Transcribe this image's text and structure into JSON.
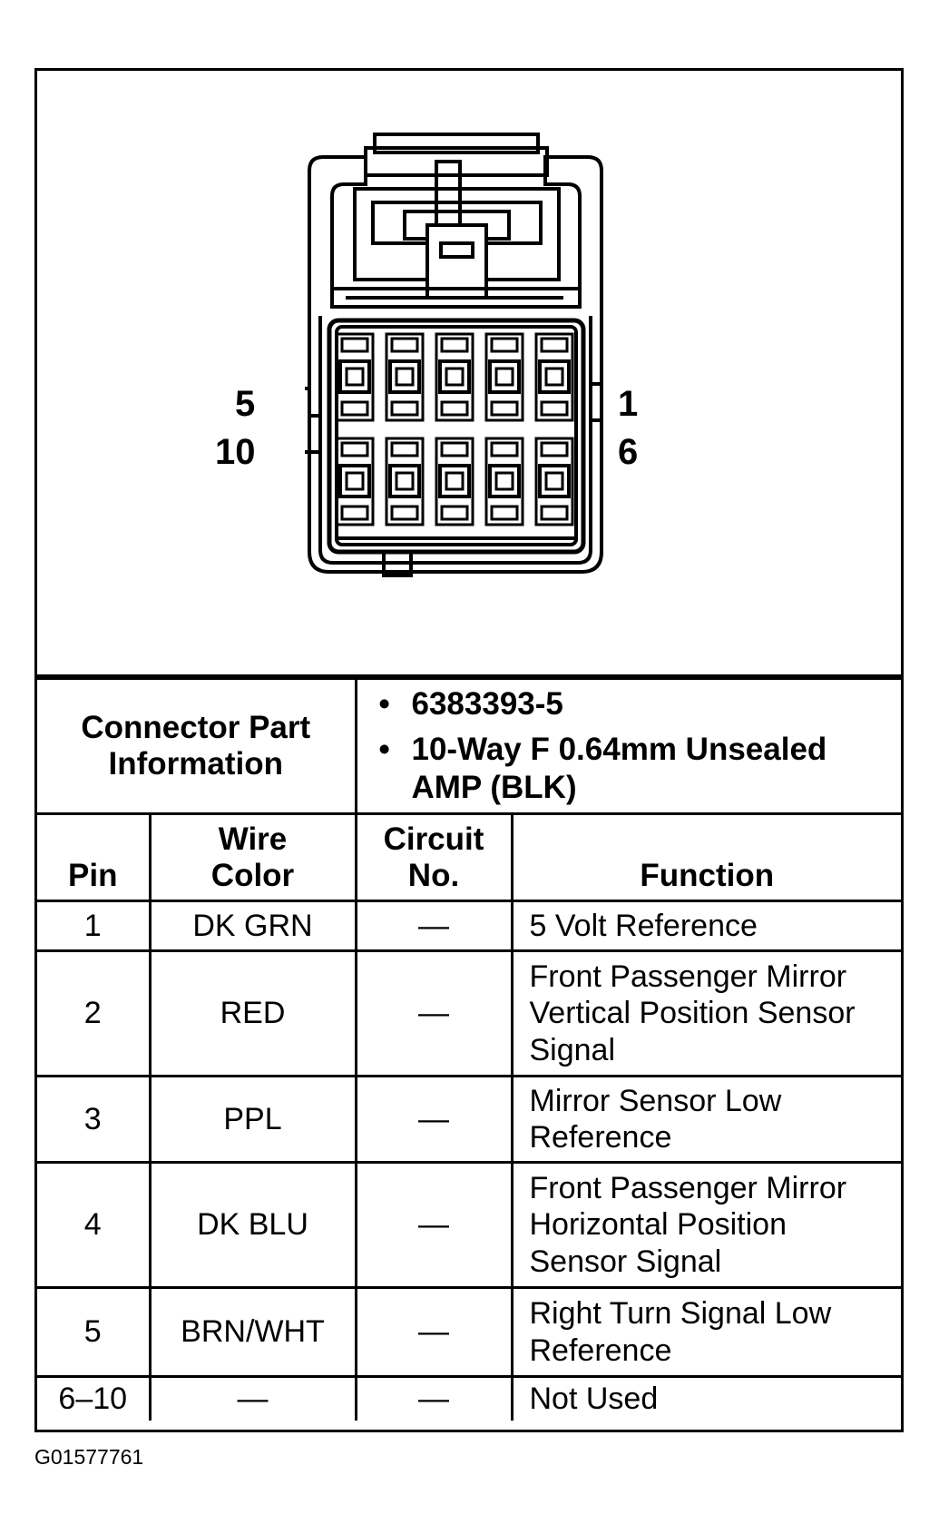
{
  "diagram": {
    "pin_labels": {
      "left_top": "5",
      "left_bottom": "10",
      "right_top": "1",
      "right_bottom": "6"
    }
  },
  "connector_info": {
    "label_line1": "Connector Part",
    "label_line2": "Information",
    "part_number": "6383393-5",
    "description_line1": "10-Way F 0.64mm Unsealed",
    "description_line2": "AMP (BLK)",
    "bullet": "•"
  },
  "table": {
    "headers": {
      "pin": "Pin",
      "wire_color_1": "Wire",
      "wire_color_2": "Color",
      "circuit_1": "Circuit",
      "circuit_2": "No.",
      "function": "Function"
    },
    "rows": [
      {
        "pin": "1",
        "color": "DK GRN",
        "circuit": "—",
        "function": [
          "5 Volt Reference"
        ]
      },
      {
        "pin": "2",
        "color": "RED",
        "circuit": "—",
        "function": [
          "Front Passenger Mirror",
          "Vertical Position Sensor",
          "Signal"
        ]
      },
      {
        "pin": "3",
        "color": "PPL",
        "circuit": "—",
        "function": [
          "Mirror Sensor Low",
          "Reference"
        ]
      },
      {
        "pin": "4",
        "color": "DK BLU",
        "circuit": "—",
        "function": [
          "Front Passenger Mirror",
          "Horizontal Position",
          "Sensor Signal"
        ]
      },
      {
        "pin": "5",
        "color": "BRN/WHT",
        "circuit": "—",
        "function": [
          "Right Turn Signal Low",
          "Reference"
        ]
      },
      {
        "pin": "6–10",
        "color": "—",
        "circuit": "—",
        "function": [
          "Not Used"
        ]
      }
    ]
  },
  "footer": {
    "code": "G01577761"
  }
}
